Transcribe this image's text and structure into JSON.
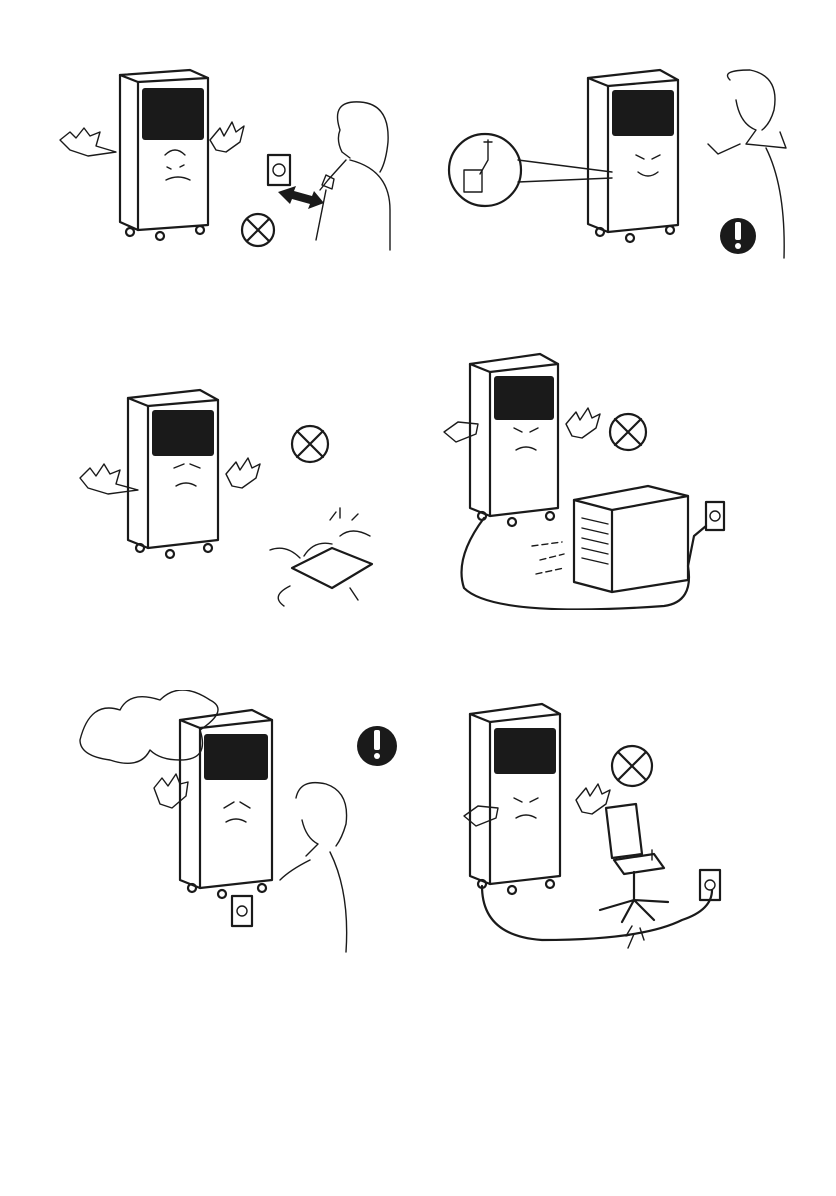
{
  "illustrations": [
    {
      "id": "unplug-by-pulling-cord",
      "symbol": "prohibited-icon"
    },
    {
      "id": "plug-firmly-inserted",
      "symbol": "warning-icon"
    },
    {
      "id": "no-power-strip",
      "symbol": "prohibited-icon"
    },
    {
      "id": "no-heater-near-cord",
      "symbol": "prohibited-icon"
    },
    {
      "id": "unplug-when-smoke",
      "symbol": "warning-icon"
    },
    {
      "id": "do-not-crush-cord",
      "symbol": "prohibited-icon"
    }
  ],
  "colors": {
    "ink": "#1a1a1a",
    "background": "#ffffff"
  }
}
